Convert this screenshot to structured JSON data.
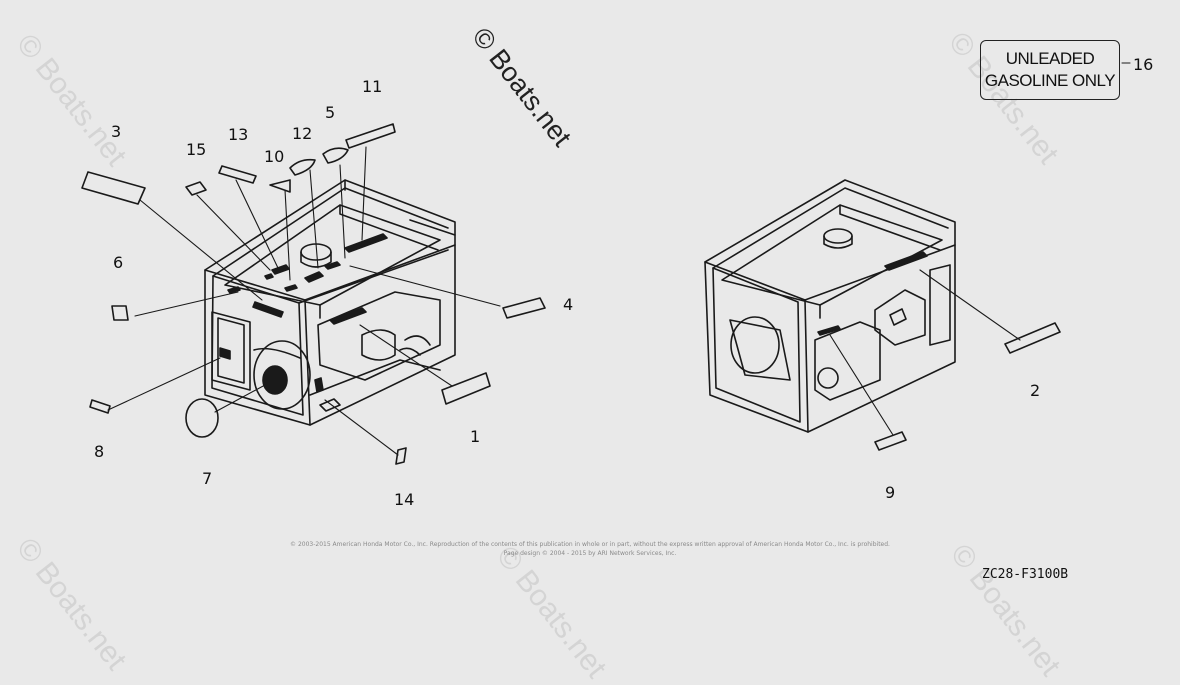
{
  "watermark": {
    "main": "© Boats.net",
    "faint": "© Boats.net"
  },
  "fuel_label": {
    "line1": "UNLEADED",
    "line2": "GASOLINE ONLY",
    "callout": "16"
  },
  "callouts": {
    "c1": "1",
    "c2": "2",
    "c3": "3",
    "c4": "4",
    "c5": "5",
    "c6": "6",
    "c7": "7",
    "c8": "8",
    "c9": "9",
    "c10": "10",
    "c11": "11",
    "c12": "12",
    "c13": "13",
    "c14": "14",
    "c15": "15"
  },
  "copyright": {
    "line1": "© 2003-2015 American Honda Motor Co., Inc. Reproduction of the contents of this publication in whole or in part, without the express written approval of American Honda Motor Co., Inc. is prohibited.",
    "line2": "Page design © 2004 - 2015 by ARI Network Services, Inc."
  },
  "diagram_code": "ZC28-F3100B"
}
